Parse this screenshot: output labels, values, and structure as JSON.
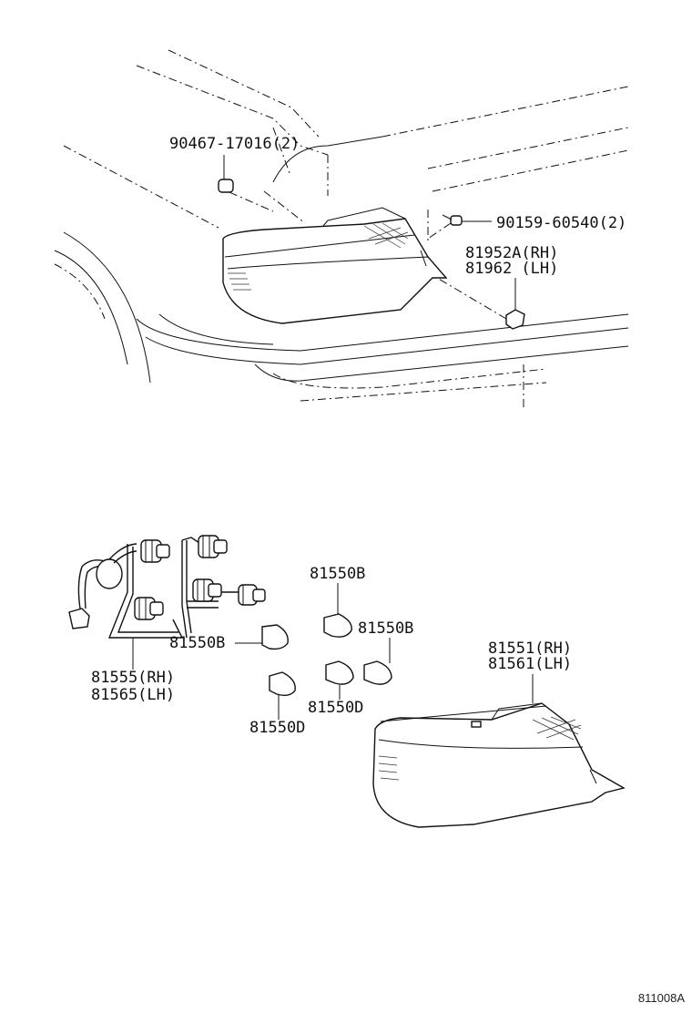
{
  "labels": {
    "screw_top": "90467-17016(2)",
    "screw_right": "90159-60540(2)",
    "lens_rh": "81952A(RH)",
    "lens_lh": "81962 (LH)",
    "bulb_b_top": "81550B",
    "bulb_b_right": "81550B",
    "bulb_b_left": "81550B",
    "socket_rh": "81555(RH)",
    "socket_lh": "81565(LH)",
    "bulb_d_mid": "81550D",
    "bulb_d_bottom": "81550D",
    "lamp_rh": "81551(RH)",
    "lamp_lh": "81561(LH)"
  },
  "figure_code": "811008A"
}
